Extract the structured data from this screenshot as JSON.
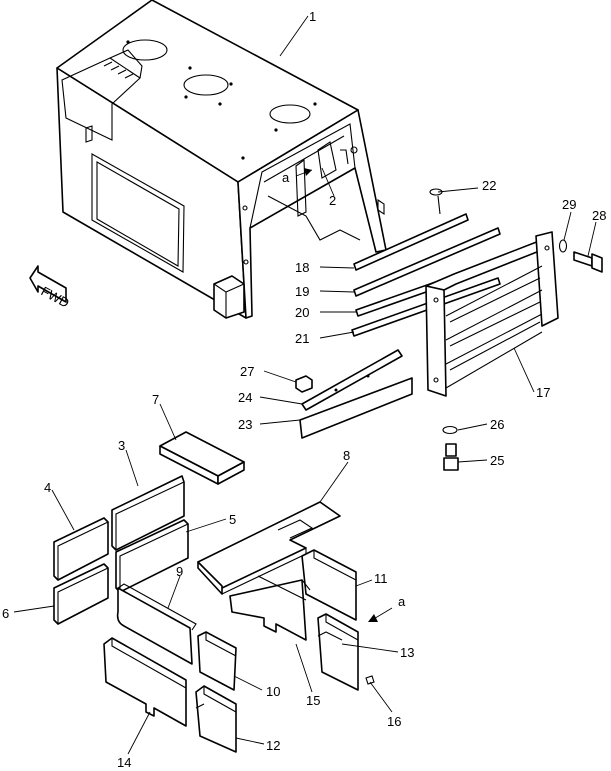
{
  "callouts": [
    {
      "id": "1",
      "text": "1"
    },
    {
      "id": "2",
      "text": "2"
    },
    {
      "id": "3",
      "text": "3"
    },
    {
      "id": "4",
      "text": "4"
    },
    {
      "id": "5",
      "text": "5"
    },
    {
      "id": "6",
      "text": "6"
    },
    {
      "id": "7",
      "text": "7"
    },
    {
      "id": "8",
      "text": "8"
    },
    {
      "id": "9",
      "text": "9"
    },
    {
      "id": "10",
      "text": "10"
    },
    {
      "id": "11",
      "text": "11"
    },
    {
      "id": "12",
      "text": "12"
    },
    {
      "id": "13",
      "text": "13"
    },
    {
      "id": "14",
      "text": "14"
    },
    {
      "id": "15",
      "text": "15"
    },
    {
      "id": "16",
      "text": "16"
    },
    {
      "id": "17",
      "text": "17"
    },
    {
      "id": "18",
      "text": "18"
    },
    {
      "id": "19",
      "text": "19"
    },
    {
      "id": "20",
      "text": "20"
    },
    {
      "id": "21",
      "text": "21"
    },
    {
      "id": "22",
      "text": "22"
    },
    {
      "id": "23",
      "text": "23"
    },
    {
      "id": "24",
      "text": "24"
    },
    {
      "id": "25",
      "text": "25"
    },
    {
      "id": "26",
      "text": "26"
    },
    {
      "id": "27",
      "text": "27"
    },
    {
      "id": "28",
      "text": "28"
    },
    {
      "id": "29",
      "text": "29"
    }
  ],
  "view_markers": {
    "a_cab": "a",
    "a_right": "a"
  },
  "fwd_label": "FWD"
}
